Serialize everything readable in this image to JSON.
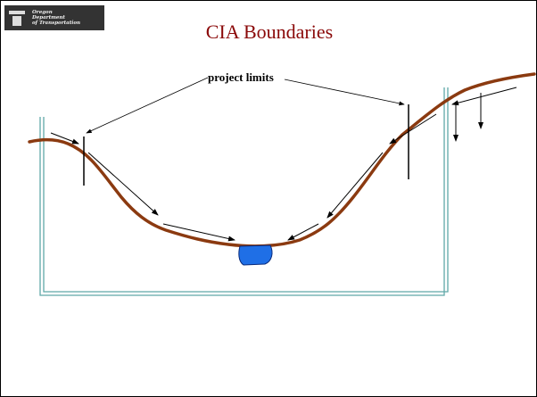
{
  "slide": {
    "title": "CIA Boundaries",
    "logo": {
      "lines": [
        "Oregon",
        "Department",
        "of Transportation"
      ]
    },
    "labels": {
      "project_limits": "project limits"
    },
    "colors": {
      "title": "#8b0a0a",
      "terrain": "#8b3a10",
      "boundary": "#5fa8a8",
      "water": "#1f6fe6"
    }
  }
}
